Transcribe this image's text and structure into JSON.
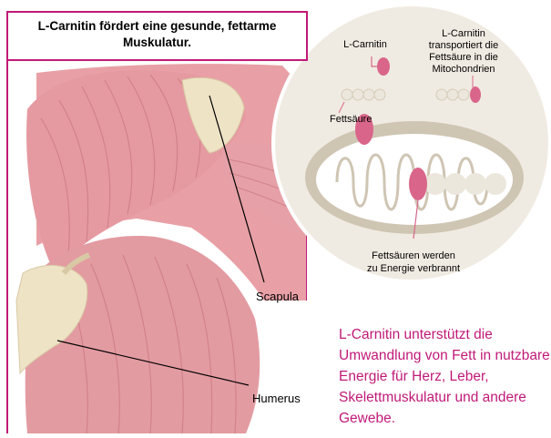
{
  "title": "L-Carnitin fördert eine gesunde, fettarme Muskulatur.",
  "labels": {
    "l_carnitin": "L-Carnitin",
    "transport_line1": "L-Carnitin",
    "transport_line2": "transportiert die",
    "transport_line3": "Fettsäure in die",
    "transport_line4": "Mitochondrien",
    "fettsaeure": "Fettsäure",
    "energie_line1": "Fettsäuren werden",
    "energie_line2": "zu Energie verbrannt",
    "scapula": "Scapula",
    "humerus": "Humerus"
  },
  "body_text": "L-Carnitin unterstützt die Umwandlung von Fett in nutzbare Energie für Herz, Leber, Skelettmuskulatur und andere Gewebe.",
  "colors": {
    "accent": "#c01a78",
    "muscle": "#e9a3a8",
    "muscle_dark": "#c9747c",
    "bone": "#efe3c6",
    "circle_bg": "#f1ece2",
    "circle_ring": "#cfc5b3",
    "carnitin": "#d9668a"
  }
}
